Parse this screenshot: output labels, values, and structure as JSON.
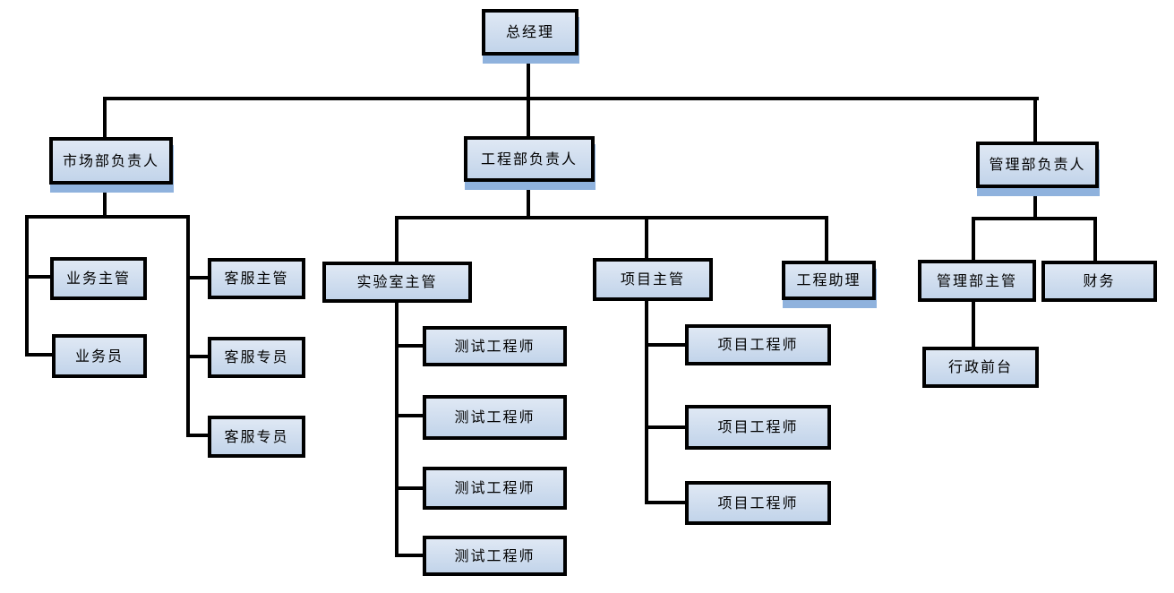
{
  "diagram_type": "org-chart",
  "org": {
    "label": "总经理",
    "children": [
      {
        "label": "市场部负责人",
        "children": [
          {
            "label": "业务主管"
          },
          {
            "label": "业务员"
          },
          {
            "label": "客服主管"
          },
          {
            "label": "客服专员"
          },
          {
            "label": "客服专员"
          }
        ]
      },
      {
        "label": "工程部负责人",
        "children": [
          {
            "label": "实验室主管",
            "children": [
              {
                "label": "测试工程师"
              },
              {
                "label": "测试工程师"
              },
              {
                "label": "测试工程师"
              },
              {
                "label": "测试工程师"
              }
            ]
          },
          {
            "label": "项目主管",
            "children": [
              {
                "label": "项目工程师"
              },
              {
                "label": "项目工程师"
              },
              {
                "label": "项目工程师"
              }
            ]
          },
          {
            "label": "工程助理"
          }
        ]
      },
      {
        "label": "管理部负责人",
        "children": [
          {
            "label": "管理部主管",
            "children": [
              {
                "label": "行政前台"
              }
            ]
          },
          {
            "label": "财务"
          }
        ]
      }
    ]
  },
  "colors": {
    "node_fill_top": "#dfe8f4",
    "node_fill_bottom": "#c2d4ea",
    "node_border": "#000000",
    "node_shadow": "#8fb2dd",
    "connector": "#000000",
    "background": "#ffffff"
  }
}
